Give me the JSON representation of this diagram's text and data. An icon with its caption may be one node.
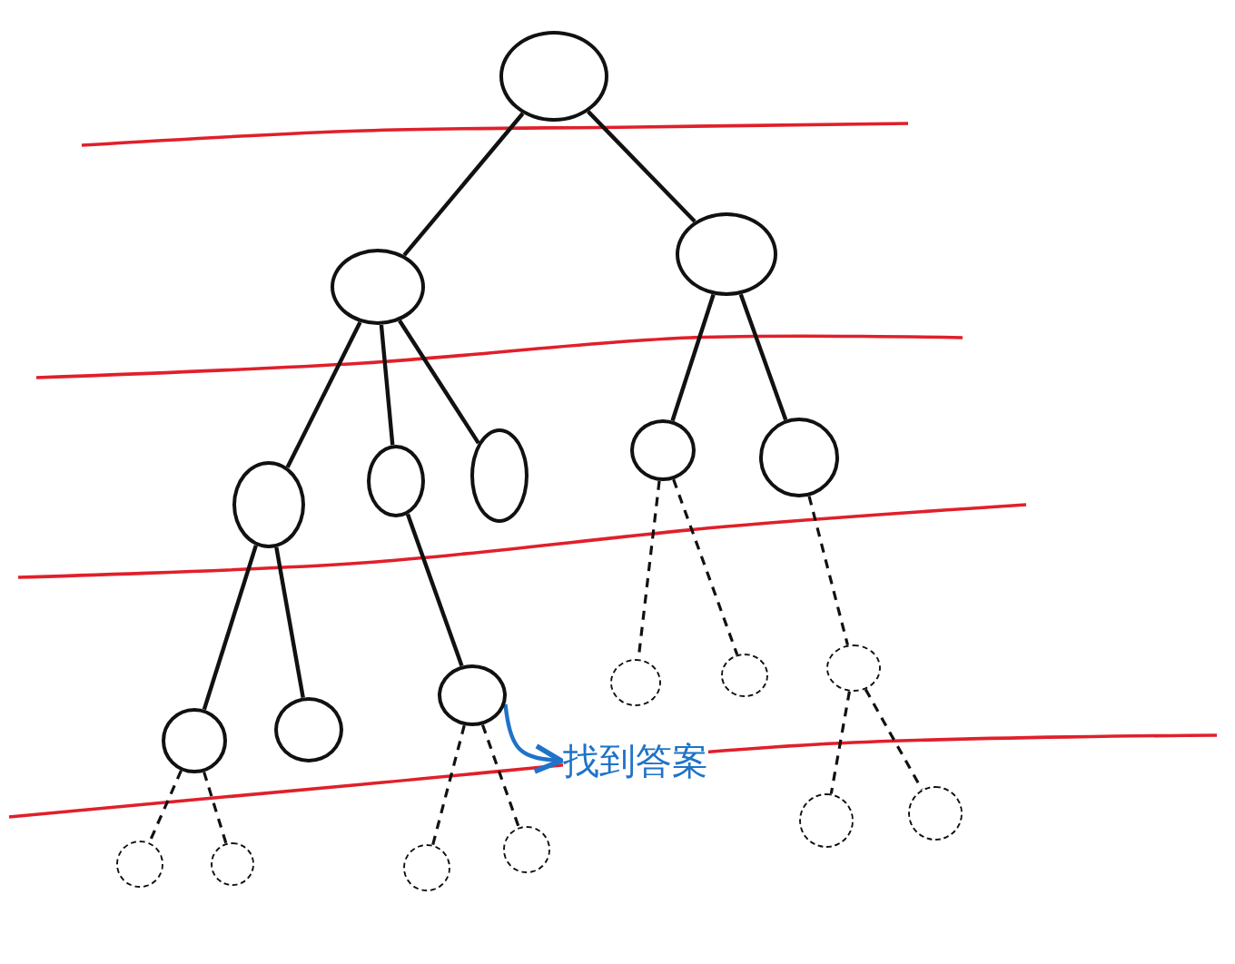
{
  "diagram": {
    "nodes": [
      {
        "text": [],
        "shape": "circle"
      },
      {
        "text": [],
        "shape": "circle"
      },
      {
        "text": [],
        "shape": "circle"
      },
      {
        "text": [],
        "shape": "circle"
      },
      {
        "text": [],
        "shape": "circle"
      },
      {
        "text": [],
        "shape": "circle"
      },
      {
        "text": [],
        "shape": "circle"
      },
      {
        "text": [],
        "shape": "circle"
      },
      {
        "text": [],
        "shape": "circle"
      },
      {
        "text": [],
        "shape": "circle"
      },
      {
        "text": [],
        "shape": "circle"
      },
      {
        "text": [],
        "shape": "circle"
      },
      {
        "text": [],
        "shape": "circle"
      },
      {
        "text": [],
        "shape": "circle"
      },
      {
        "text": [],
        "shape": "circle"
      },
      {
        "text": [],
        "shape": "circle"
      },
      {
        "text": [],
        "shape": "circle"
      },
      {
        "text": [],
        "shape": "circle"
      },
      {
        "text": [],
        "shape": "circle"
      },
      {
        "text": [],
        "shape": "circle"
      },
      {
        "text": [
          "找到答案"
        ]
      }
    ],
    "edges": [
      {
        "from": 0,
        "to": 1,
        "arrow": "none"
      },
      {
        "from": 0,
        "to": 2,
        "arrow": "none"
      },
      {
        "from": 1,
        "to": 3,
        "arrow": "none"
      },
      {
        "from": 1,
        "to": 4,
        "arrow": "none"
      },
      {
        "from": 1,
        "to": 5,
        "arrow": "none"
      },
      {
        "from": 2,
        "to": 6,
        "arrow": "none"
      },
      {
        "from": 2,
        "to": 7,
        "arrow": "none"
      },
      {
        "from": 3,
        "to": 8,
        "arrow": "none"
      },
      {
        "from": 3,
        "to": 9,
        "arrow": "none"
      },
      {
        "from": 4,
        "to": 10,
        "arrow": "none"
      },
      {
        "from": 6,
        "to": 11,
        "arrow": "none",
        "style": "dashed"
      },
      {
        "from": 6,
        "to": 12,
        "arrow": "none",
        "style": "dashed"
      },
      {
        "from": 7,
        "to": 13,
        "arrow": "none",
        "style": "dashed"
      },
      {
        "from": 13,
        "to": 14,
        "arrow": "none",
        "style": "dashed"
      },
      {
        "from": 13,
        "to": 15,
        "arrow": "none",
        "style": "dashed"
      },
      {
        "from": 8,
        "to": 16,
        "arrow": "none",
        "style": "dashed"
      },
      {
        "from": 8,
        "to": 17,
        "arrow": "none",
        "style": "dashed"
      },
      {
        "from": 10,
        "to": 18,
        "arrow": "none",
        "style": "dashed"
      },
      {
        "from": 10,
        "to": 19,
        "arrow": "none",
        "style": "dashed"
      },
      {
        "from": 10,
        "to": 20,
        "arrow": "to",
        "color": "#1f73c8"
      }
    ]
  }
}
